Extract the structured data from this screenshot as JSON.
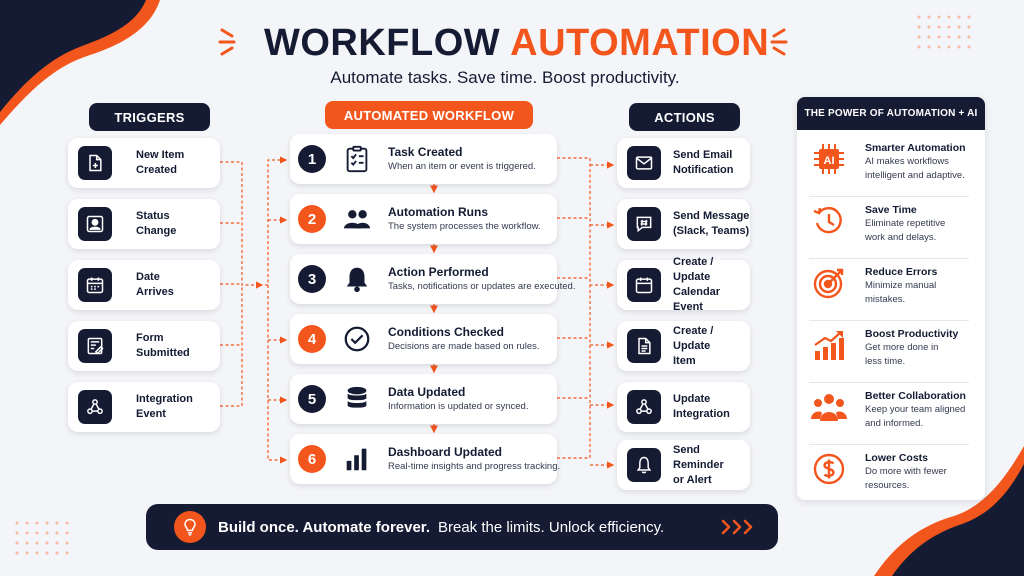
{
  "header": {
    "title_part1": "WORKFLOW",
    "title_part2": "AUTOMATION",
    "subtitle": "Automate tasks. Save time. Boost productivity."
  },
  "columns": {
    "triggers": "TRIGGERS",
    "workflow": "AUTOMATED WORKFLOW",
    "actions": "ACTIONS"
  },
  "triggers": [
    {
      "line1": "New Item",
      "line2": "Created",
      "icon": "document-add-icon"
    },
    {
      "line1": "Status",
      "line2": "Change",
      "icon": "user-icon"
    },
    {
      "line1": "Date",
      "line2": "Arrives",
      "icon": "calendar-icon"
    },
    {
      "line1": "Form",
      "line2": "Submitted",
      "icon": "form-icon"
    },
    {
      "line1": "Integration",
      "line2": "Event",
      "icon": "webhook-icon"
    }
  ],
  "steps": [
    {
      "num": "1",
      "title": "Task Created",
      "desc": "When an item or event is triggered.",
      "icon": "checklist-icon"
    },
    {
      "num": "2",
      "title": "Automation Runs",
      "desc": "The system processes the workflow.",
      "icon": "users-icon"
    },
    {
      "num": "3",
      "title": "Action Performed",
      "desc": "Tasks, notifications or updates are executed.",
      "icon": "bell-icon"
    },
    {
      "num": "4",
      "title": "Conditions Checked",
      "desc": "Decisions are made based on rules.",
      "icon": "check-circle-icon"
    },
    {
      "num": "5",
      "title": "Data Updated",
      "desc": "Information is updated or synced.",
      "icon": "database-icon"
    },
    {
      "num": "6",
      "title": "Dashboard Updated",
      "desc": "Real-time insights and progress tracking.",
      "icon": "bar-chart-icon"
    }
  ],
  "actions": [
    {
      "line1": "Send Email",
      "line2": "Notification",
      "icon": "mail-icon"
    },
    {
      "line1": "Send Message",
      "line2": "(Slack, Teams)",
      "icon": "message-icon"
    },
    {
      "line1": "Create / Update",
      "line2": "Calendar Event",
      "icon": "calendar-icon"
    },
    {
      "line1": "Create / Update",
      "line2": "Item",
      "icon": "document-icon"
    },
    {
      "line1": "Update",
      "line2": "Integration",
      "icon": "webhook-icon"
    },
    {
      "line1": "Send Reminder",
      "line2": "or Alert",
      "icon": "bell-icon"
    }
  ],
  "panel": {
    "title": "THE POWER OF AUTOMATION + AI",
    "benefits": [
      {
        "title": "Smarter Automation",
        "line1": "AI makes workflows",
        "line2": "intelligent and adaptive.",
        "icon": "ai-chip-icon",
        "chip_text": "AI"
      },
      {
        "title": "Save Time",
        "line1": "Eliminate repetitive",
        "line2": "work and delays.",
        "icon": "clock-icon"
      },
      {
        "title": "Reduce Errors",
        "line1": "Minimize manual",
        "line2": "mistakes.",
        "icon": "target-icon"
      },
      {
        "title": "Boost Productivity",
        "line1": "Get more done in",
        "line2": "less time.",
        "icon": "growth-chart-icon"
      },
      {
        "title": "Better Collaboration",
        "line1": "Keep your team aligned",
        "line2": "and informed.",
        "icon": "team-icon"
      },
      {
        "title": "Lower Costs",
        "line1": "Do more with fewer",
        "line2": "resources.",
        "icon": "dollar-icon"
      }
    ]
  },
  "banner": {
    "bold": "Build once. Automate forever.",
    "rest": "Break the limits. Unlock efficiency."
  },
  "colors": {
    "navy": "#141b33",
    "accent": "#f2561d",
    "background": "#f4f5f8"
  }
}
